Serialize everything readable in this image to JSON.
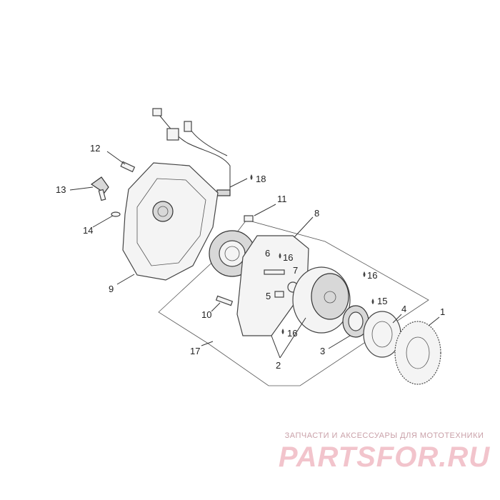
{
  "diagram": {
    "callouts": {
      "c1": "1",
      "c2": "2",
      "c3": "3",
      "c4": "4",
      "c5": "5",
      "c6": "6",
      "c7": "7",
      "c8": "8",
      "c9": "9",
      "c10": "10",
      "c11": "11",
      "c12": "12",
      "c13": "13",
      "c14": "14",
      "c15": "15",
      "c16a": "16",
      "c16b": "16",
      "c16c": "16",
      "c17": "17",
      "c18": "18"
    }
  },
  "watermark": {
    "tagline": "ЗАПЧАСТИ И АКСЕССУАРЫ ДЛЯ МОТОТЕХНИКИ",
    "logo": "PARTSFOR.RU"
  }
}
